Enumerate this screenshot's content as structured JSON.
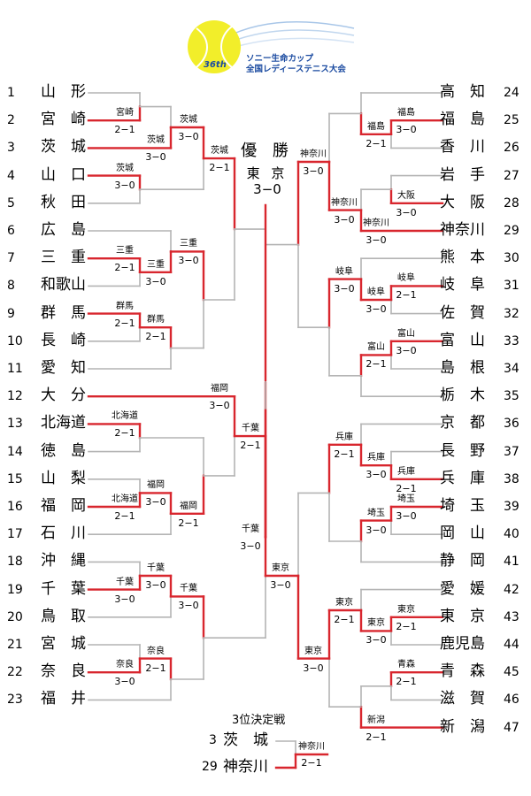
{
  "logo": {
    "edition": "36th",
    "line1": "ソニー生命カップ",
    "line2": "全国レディーステニス大会"
  },
  "final": {
    "title": "優 勝",
    "winner": "東 京",
    "score": "3−0"
  },
  "left_teams": [
    {
      "num": "1",
      "name": "山　形"
    },
    {
      "num": "2",
      "name": "宮　崎"
    },
    {
      "num": "3",
      "name": "茨　城"
    },
    {
      "num": "4",
      "name": "山　口"
    },
    {
      "num": "5",
      "name": "秋　田"
    },
    {
      "num": "6",
      "name": "広　島"
    },
    {
      "num": "7",
      "name": "三　重"
    },
    {
      "num": "8",
      "name": "和歌山"
    },
    {
      "num": "9",
      "name": "群　馬"
    },
    {
      "num": "10",
      "name": "長　崎"
    },
    {
      "num": "11",
      "name": "愛　知"
    },
    {
      "num": "12",
      "name": "大　分"
    },
    {
      "num": "13",
      "name": "北海道"
    },
    {
      "num": "14",
      "name": "徳　島"
    },
    {
      "num": "15",
      "name": "山　梨"
    },
    {
      "num": "16",
      "name": "福　岡"
    },
    {
      "num": "17",
      "name": "石　川"
    },
    {
      "num": "18",
      "name": "沖　縄"
    },
    {
      "num": "19",
      "name": "千　葉"
    },
    {
      "num": "20",
      "name": "鳥　取"
    },
    {
      "num": "21",
      "name": "宮　城"
    },
    {
      "num": "22",
      "name": "奈　良"
    },
    {
      "num": "23",
      "name": "福　井"
    }
  ],
  "right_teams": [
    {
      "num": "24",
      "name": "高　知"
    },
    {
      "num": "25",
      "name": "福　島"
    },
    {
      "num": "26",
      "name": "香　川"
    },
    {
      "num": "27",
      "name": "岩　手"
    },
    {
      "num": "28",
      "name": "大　阪"
    },
    {
      "num": "29",
      "name": "神奈川"
    },
    {
      "num": "30",
      "name": "熊　本"
    },
    {
      "num": "31",
      "name": "岐　阜"
    },
    {
      "num": "32",
      "name": "佐　賀"
    },
    {
      "num": "33",
      "name": "富　山"
    },
    {
      "num": "34",
      "name": "島　根"
    },
    {
      "num": "35",
      "name": "栃　木"
    },
    {
      "num": "36",
      "name": "京　都"
    },
    {
      "num": "37",
      "name": "長　野"
    },
    {
      "num": "38",
      "name": "兵　庫"
    },
    {
      "num": "39",
      "name": "埼　玉"
    },
    {
      "num": "40",
      "name": "岡　山"
    },
    {
      "num": "41",
      "name": "静　岡"
    },
    {
      "num": "42",
      "name": "愛　媛"
    },
    {
      "num": "43",
      "name": "東　京"
    },
    {
      "num": "44",
      "name": "鹿児島"
    },
    {
      "num": "45",
      "name": "青　森"
    },
    {
      "num": "46",
      "name": "滋　賀"
    },
    {
      "num": "47",
      "name": "新　潟"
    }
  ],
  "left_matches": [
    {
      "winner": "宮崎",
      "score": "2−1"
    },
    {
      "winner": "茨城",
      "score": "3−0"
    },
    {
      "winner": "茨城",
      "score": "3−0"
    },
    {
      "winner": "茨城",
      "score": "3−0"
    },
    {
      "winner": "三重",
      "score": "2−1"
    },
    {
      "winner": "三重",
      "score": "3−0"
    },
    {
      "winner": "群馬",
      "score": "2−1"
    },
    {
      "winner": "群馬",
      "score": "2−1"
    },
    {
      "winner": "三重",
      "score": "3−0"
    },
    {
      "winner": "茨城",
      "score": "2−1"
    },
    {
      "winner": "北海道",
      "score": "2−1"
    },
    {
      "winner": "北海道",
      "score": "2−1"
    },
    {
      "winner": "福岡",
      "score": "3−0"
    },
    {
      "winner": "福岡",
      "score": "2−1"
    },
    {
      "winner": "福岡",
      "score": "3−0"
    },
    {
      "winner": "千葉",
      "score": "3−0"
    },
    {
      "winner": "千葉",
      "score": "3−0"
    },
    {
      "winner": "奈良",
      "score": "3−0"
    },
    {
      "winner": "奈良",
      "score": "2−1"
    },
    {
      "winner": "千葉",
      "score": "3−0"
    },
    {
      "winner": "千葉",
      "score": "2−1"
    },
    {
      "winner": "千葉",
      "score": "3−0"
    }
  ],
  "right_matches": [
    {
      "winner": "福島",
      "score": "3−0"
    },
    {
      "winner": "福島",
      "score": "2−1"
    },
    {
      "winner": "大阪",
      "score": "3−0"
    },
    {
      "winner": "神奈川",
      "score": "3−0"
    },
    {
      "winner": "神奈川",
      "score": "3−0"
    },
    {
      "winner": "岐阜",
      "score": "2−1"
    },
    {
      "winner": "岐阜",
      "score": "3−0"
    },
    {
      "winner": "富山",
      "score": "3−0"
    },
    {
      "winner": "富山",
      "score": "2−1"
    },
    {
      "winner": "岐阜",
      "score": "3−0"
    },
    {
      "winner": "神奈川",
      "score": "3−0"
    },
    {
      "winner": "兵庫",
      "score": "2−1"
    },
    {
      "winner": "兵庫",
      "score": "3−0"
    },
    {
      "winner": "埼玉",
      "score": "3−0"
    },
    {
      "winner": "埼玉",
      "score": "3−0"
    },
    {
      "winner": "兵庫",
      "score": "2−1"
    },
    {
      "winner": "東京",
      "score": "2−1"
    },
    {
      "winner": "東京",
      "score": "3−0"
    },
    {
      "winner": "青森",
      "score": "2−1"
    },
    {
      "winner": "新潟",
      "score": "2−1"
    },
    {
      "winner": "東京",
      "score": "2−1"
    },
    {
      "winner": "東京",
      "score": "3−0"
    },
    {
      "winner": "東京",
      "score": "3−0"
    }
  ],
  "third_place": {
    "title": "3位決定戦",
    "team_a": {
      "num": "3",
      "name": "茨　城"
    },
    "team_b": {
      "num": "29",
      "name": "神奈川"
    },
    "winner": "神奈川",
    "score": "2−1"
  },
  "colors": {
    "winner_line": "#d8262e",
    "loser_line": "#b4b4b4",
    "ball": "#f2ee2a",
    "logo_text": "#1a4aa0"
  }
}
